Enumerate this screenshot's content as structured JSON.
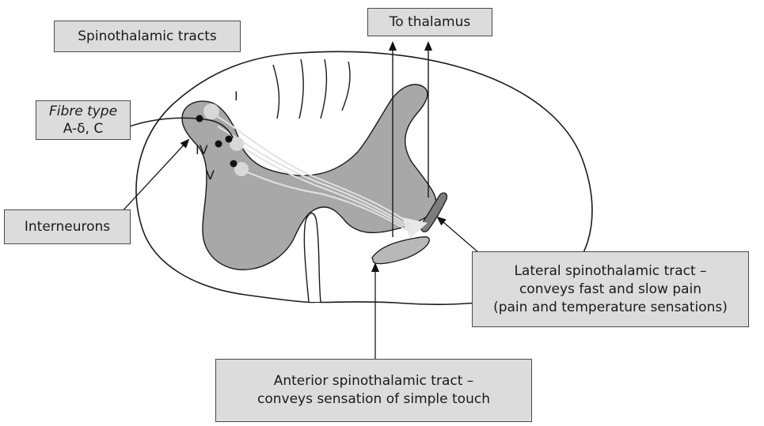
{
  "title": "Spinothalamic tracts",
  "fibre_type": {
    "heading": "Fibre type",
    "types": "A-δ, C"
  },
  "laminae": {
    "l1": "I",
    "l4": "IV",
    "l5": "V"
  },
  "labels": {
    "to_thalamus": "To thalamus",
    "interneurons": "Interneurons",
    "lateral_line1": "Lateral spinothalamic tract –",
    "lateral_line2": "conveys fast and slow pain",
    "lateral_line3": "(pain and temperature sensations)",
    "anterior_line1": "Anterior spinothalamic tract –",
    "anterior_line2": "conveys sensation of simple touch"
  },
  "colors": {
    "grey_matter": "#a8a8a8",
    "tract_fill": "#7c7c7c",
    "box_fill": "#dcdcdc",
    "neuron_light": "#d8d8d8",
    "neuron_dark": "#111111"
  }
}
